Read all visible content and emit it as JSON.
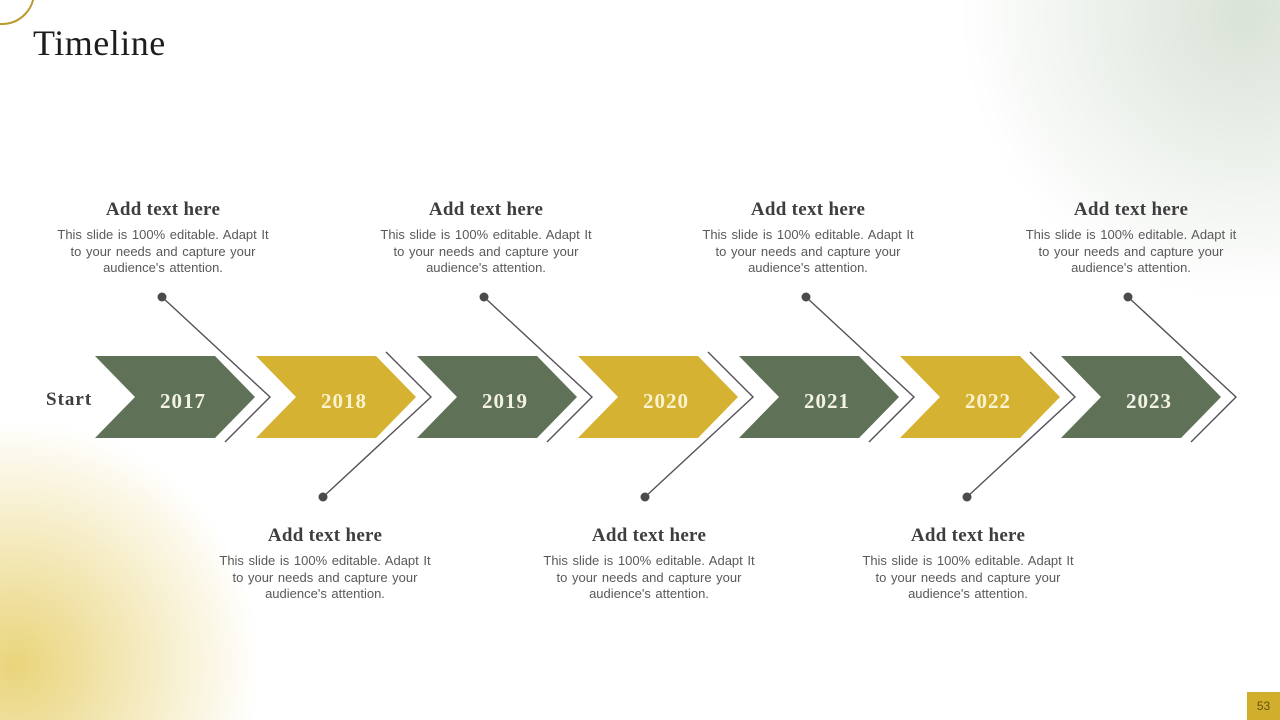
{
  "slide": {
    "title": "Timeline",
    "page_number": "53"
  },
  "timeline": {
    "start_label": "Start",
    "years": [
      {
        "label": "2017",
        "color": "green",
        "callout": "top"
      },
      {
        "label": "2018",
        "color": "gold",
        "callout": "bottom"
      },
      {
        "label": "2019",
        "color": "green",
        "callout": "top"
      },
      {
        "label": "2020",
        "color": "gold",
        "callout": "bottom"
      },
      {
        "label": "2021",
        "color": "green",
        "callout": "top"
      },
      {
        "label": "2022",
        "color": "gold",
        "callout": "bottom"
      },
      {
        "label": "2023",
        "color": "green",
        "callout": "top"
      }
    ]
  },
  "callouts": {
    "top": [
      {
        "heading": "Add text here",
        "body": "This slide is 100% editable. Adapt It to your needs and capture your audience's attention."
      },
      {
        "heading": "Add text here",
        "body": "This slide is 100% editable. Adapt It to your needs and capture your audience's attention."
      },
      {
        "heading": "Add text here",
        "body": "This slide is 100% editable. Adapt It to your needs and capture your audience's attention."
      },
      {
        "heading": "Add text here",
        "body": "This slide is 100% editable. Adapt it to your needs and capture your audience's attention."
      }
    ],
    "bottom": [
      {
        "heading": "Add text here",
        "body": "This slide is 100% editable. Adapt It to your needs and capture your audience's attention."
      },
      {
        "heading": "Add text here",
        "body": "This slide is 100% editable. Adapt It to your needs and capture your audience's attention."
      },
      {
        "heading": "Add text here",
        "body": "This slide is 100% editable. Adapt It to your needs and capture your audience's attention."
      }
    ]
  },
  "colors": {
    "green": "#5F7157",
    "gold": "#D5B232",
    "line": "#56505B",
    "dot": "#4B4B4B",
    "label_on_green": "#F3F2E6",
    "label_on_gold": "#FBF3CF",
    "page_box": "#D1AE2C",
    "page_number_text": "#64510C",
    "corner_ring": "#B89A2E"
  }
}
